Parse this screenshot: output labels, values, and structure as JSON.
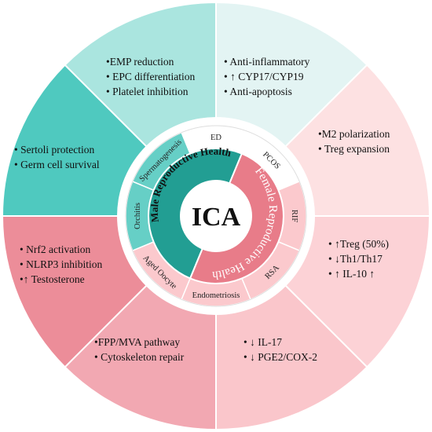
{
  "center": {
    "label": "ICA"
  },
  "inner_ring": {
    "male_title": "Male Reproductive Health",
    "female_title": "Female Reproductive Health"
  },
  "middle_ring": {
    "labels": [
      "ED",
      "PCOS",
      "RIF",
      "RSA",
      "Endometriosis",
      "Aged Oocyte",
      "Orchitis",
      "Spermatogenesis"
    ]
  },
  "outer_sectors": [
    {
      "lines": [
        "•EMP reduction",
        "• EPC differentiation",
        "• Platelet inhibition"
      ],
      "color": "#e3f4f3"
    },
    {
      "lines": [
        "• Anti-inflammatory",
        "• ↑ CYP17/CYP19",
        "• Anti-apoptosis"
      ],
      "color": "#fde1e2"
    },
    {
      "lines": [
        "•M2 polarization",
        "• Treg expansion"
      ],
      "color": "#fcd2d6"
    },
    {
      "lines": [
        "• ↑Treg (50%)",
        "• ↓Th1/Th17",
        "• ↑ IL-10 ↑"
      ],
      "color": "#fac6cb"
    },
    {
      "lines": [
        "• ↓ IL-17",
        "• ↓ PGE2/COX-2"
      ],
      "color": "#f2a8b2"
    },
    {
      "lines": [
        "•FPP/MVA pathway",
        "• Cytoskeleton repair"
      ],
      "color": "#ec8d99"
    },
    {
      "lines": [
        "• Nrf2 activation",
        "• NLRP3 inhibition",
        "•↑ Testosterone"
      ],
      "color": "#4fc9bf"
    },
    {
      "lines": [
        "• Sertoli protection",
        "• Germ cell survival"
      ],
      "color": "#aae5df"
    }
  ],
  "colors": {
    "male_ring": "#66cfc6",
    "male_inner": "#229e93",
    "female_ring": "#fbc9cd",
    "female_inner": "#e87c89",
    "center": "#ffffff",
    "divider": "#ffffff"
  }
}
